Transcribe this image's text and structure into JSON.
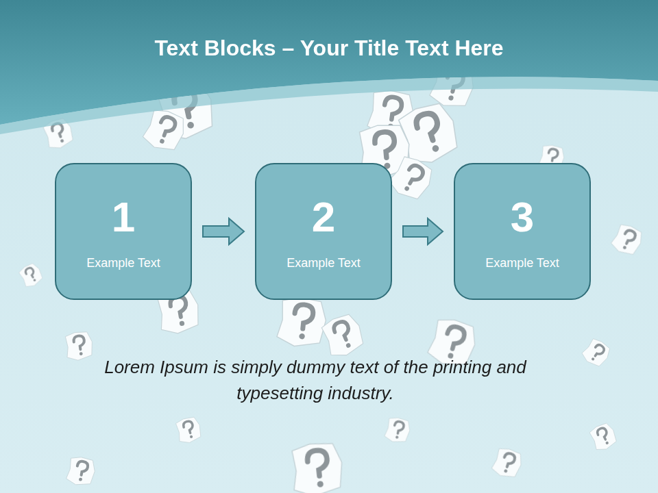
{
  "diagram": {
    "title": "Text Blocks – Your Title Text Here",
    "caption": "Lorem Ipsum is simply dummy text of the printing and typesetting industry.",
    "nodes": [
      {
        "text": [
          "1",
          "Example Text"
        ]
      },
      {
        "text": [
          "2",
          "Example Text"
        ]
      },
      {
        "text": [
          "3",
          "Example Text"
        ]
      }
    ],
    "edges": [
      {
        "from": 0,
        "to": 1,
        "arrow": "to"
      },
      {
        "from": 1,
        "to": 2,
        "arrow": "to"
      }
    ]
  }
}
